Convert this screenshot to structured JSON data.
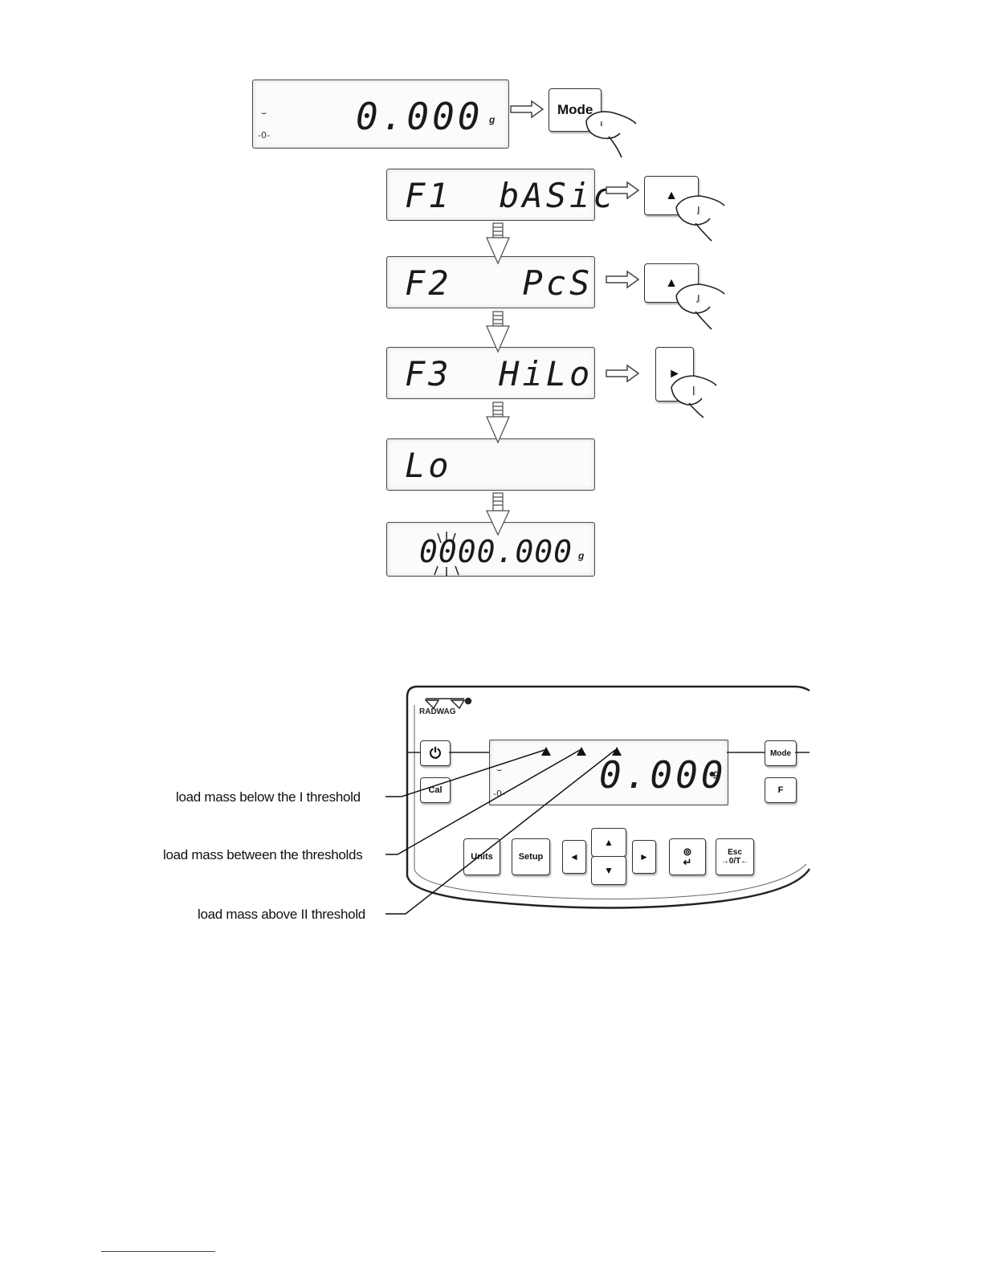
{
  "sequence": {
    "start_display": {
      "value": "0.000",
      "unit": "g",
      "zero_symbol": "-0-"
    },
    "mode_key": {
      "label": "Mode"
    },
    "steps": [
      {
        "display": "F1  bASic"
      },
      {
        "display": "F2   PcS"
      },
      {
        "display": "F3  HiLo"
      },
      {
        "display": "Lo"
      }
    ],
    "end_display": {
      "value": "0000.000",
      "unit": "g"
    }
  },
  "panel": {
    "brand": "RADWAG",
    "display_value": "0.000",
    "display_unit": "g",
    "zero_symbol": "-0-",
    "keys": {
      "power": "⏻",
      "cal": "Cal",
      "mode": "Mode",
      "f": "F",
      "units": "Units",
      "setup": "Setup",
      "left": "◄",
      "up": "▲",
      "down": "▼",
      "right": "►",
      "enter_top": "⊚",
      "enter_bottom": "↵",
      "esc_top": "Esc",
      "esc_bottom": "→0/T←"
    },
    "callouts": [
      "load mass below the I threshold",
      "load mass between the thresholds",
      "load mass above II threshold"
    ]
  }
}
